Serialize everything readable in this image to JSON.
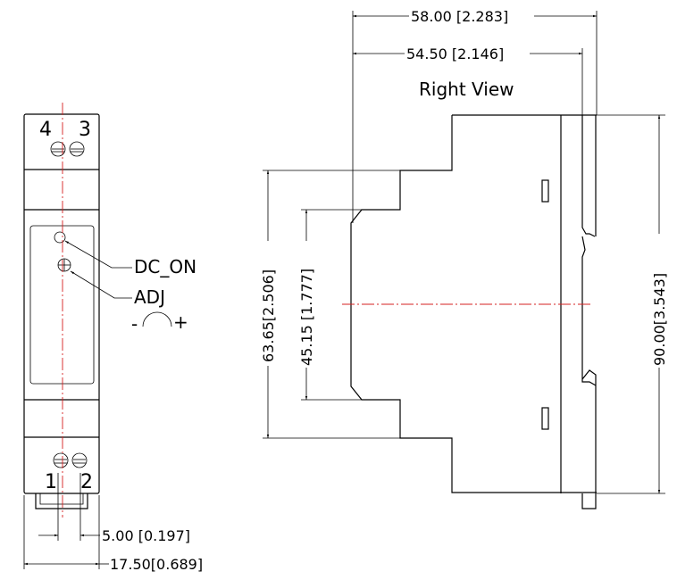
{
  "front_view": {
    "terminal_top_left": "4",
    "terminal_top_right": "3",
    "terminal_bottom_left": "1",
    "terminal_bottom_right": "2",
    "led_label": "DC_ON",
    "adj_label": "ADJ",
    "adj_minus": "-",
    "adj_plus": "+",
    "dim_pitch": "5.00 [0.197]",
    "dim_width": "17.50[0.689]"
  },
  "right_view": {
    "title": "Right View",
    "dim_depth_total": "58.00 [2.283]",
    "dim_depth_body": "54.50 [2.146]",
    "dim_height_total": "90.00[3.543]",
    "dim_height_step1": "63.65[2.506]",
    "dim_height_step2": "45.15 [1.777]"
  },
  "colors": {
    "centerline": "#d42020",
    "line": "#000000"
  }
}
